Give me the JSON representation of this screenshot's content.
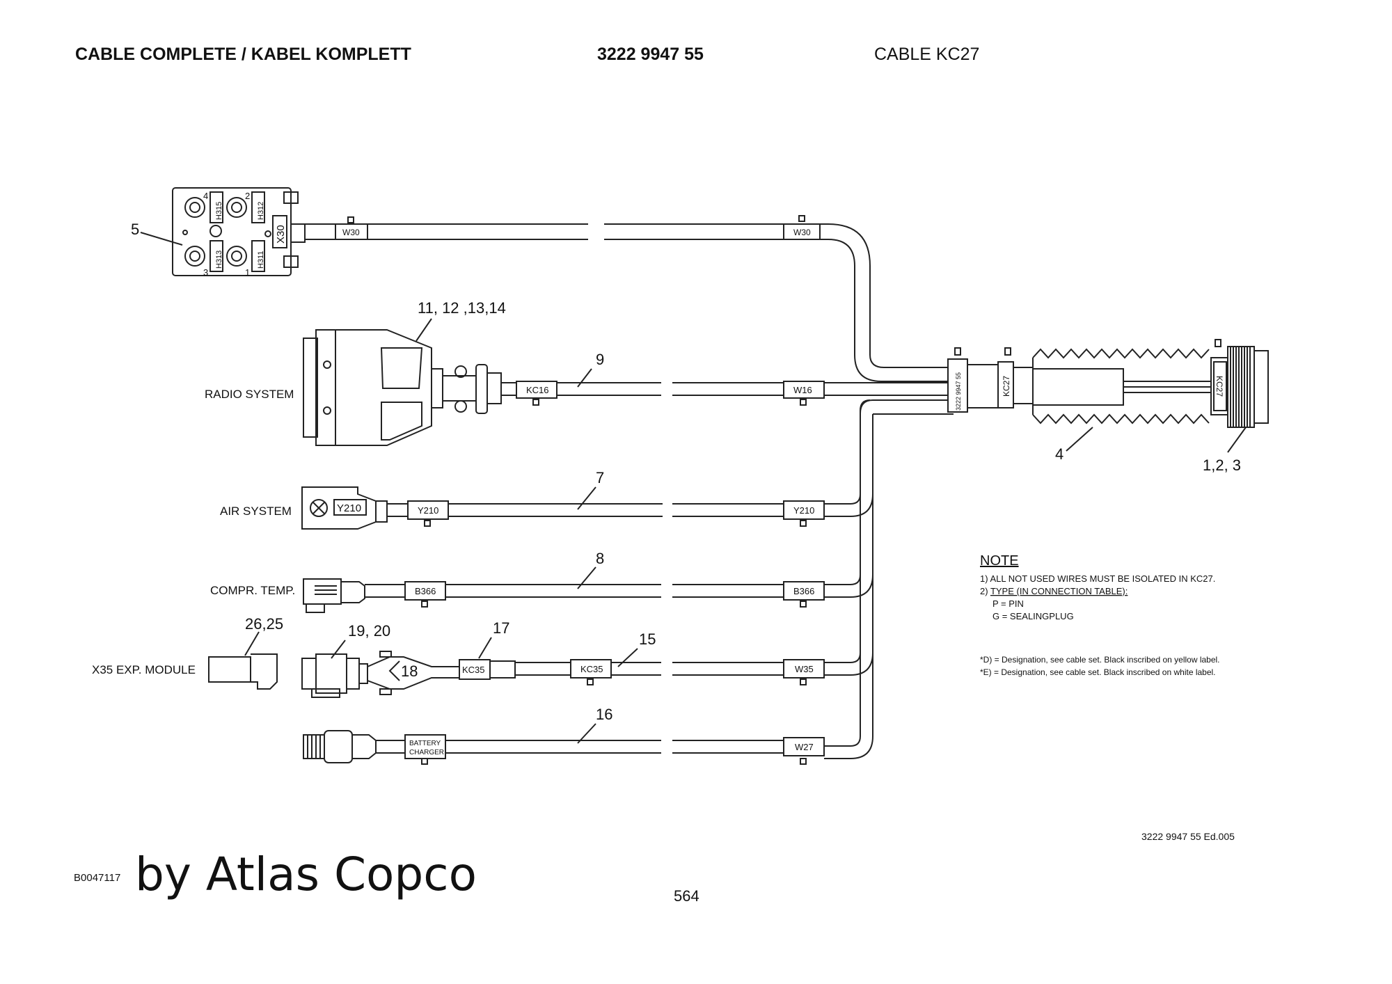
{
  "header": {
    "title": "CABLE COMPLETE / KABEL KOMPLETT",
    "part_number": "3222 9947 55",
    "cable_name": "CABLE KC27"
  },
  "systems": {
    "radio": "RADIO SYSTEM",
    "air": "AIR SYSTEM",
    "compr": "COMPR. TEMP.",
    "x35": "X35 EXP. MODULE"
  },
  "callouts": {
    "c5": "5",
    "c11": "11, 12 ,13,14",
    "c9": "9",
    "c7": "7",
    "c8": "8",
    "c26": "26,25",
    "c19": "19, 20",
    "c17": "17",
    "c15": "15",
    "c18": "18",
    "c16": "16",
    "c4": "4",
    "c123": "1,2, 3"
  },
  "labels": {
    "w30": "W30",
    "kc16": "KC16",
    "w16": "W16",
    "y210": "Y210",
    "b366": "B366",
    "kc35": "KC35",
    "w35": "W35",
    "battery1": "BATTERY",
    "battery2": "CHARGER",
    "w27": "W27",
    "x30": "X30",
    "h315": "H315",
    "h312": "H312",
    "h313": "H313",
    "h311": "H311",
    "pin4": "4",
    "pin2": "2",
    "pin3": "3",
    "pin1": "1",
    "sleeve_pn": "3222 9947 55",
    "kc27": "KC27",
    "kc27b": "KC27"
  },
  "note": {
    "heading": "NOTE",
    "line1": "1) ALL NOT USED WIRES MUST BE ISOLATED IN KC27.",
    "line2_prefix": "2) ",
    "line2_link": "TYPE (IN CONNECTION TABLE):",
    "line3": "P = PIN",
    "line4": "G = SEALINGPLUG",
    "d_line": "*D) = Designation, see cable set. Black inscribed on yellow label.",
    "e_line": "*E) = Designation, see cable set. Black inscribed on white label."
  },
  "footer": {
    "edition": "3222 9947 55 Ed.005",
    "doc_id": "B0047117",
    "brand": "by Atlas Copco",
    "page": "564"
  }
}
